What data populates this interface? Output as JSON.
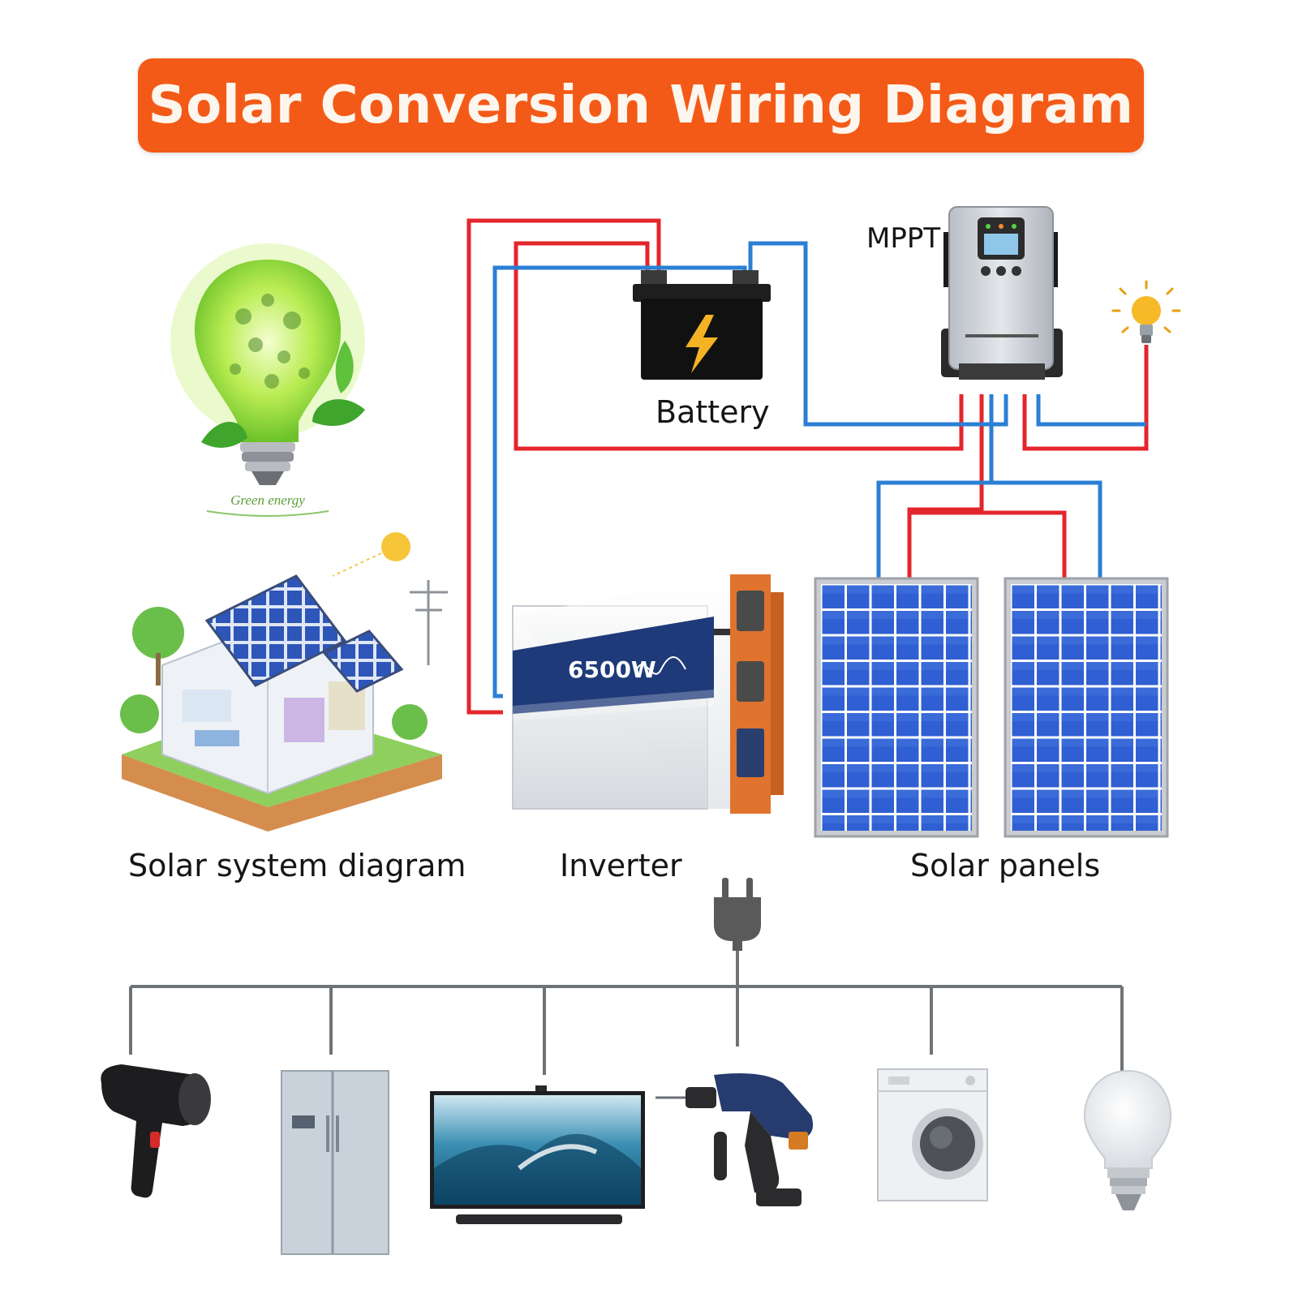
{
  "title": "Solar Conversion Wiring Diagram",
  "labels": {
    "battery": "Battery",
    "mppt": "MPPT",
    "system": "Solar system diagram",
    "inverter": "Inverter",
    "panels": "Solar panels",
    "inverter_rating": "6500W",
    "green_energy": "Green energy"
  },
  "appliances": [
    "hair-dryer",
    "refrigerator",
    "television",
    "power-drill",
    "washing-machine",
    "light-bulb"
  ],
  "colors": {
    "banner": "#f45a17",
    "positive_wire": "#e3262c",
    "negative_wire": "#2b7fd4",
    "panel_cell": "#2a52c7",
    "inverter_accent": "#e0732e",
    "inverter_band": "#1e3a78"
  }
}
